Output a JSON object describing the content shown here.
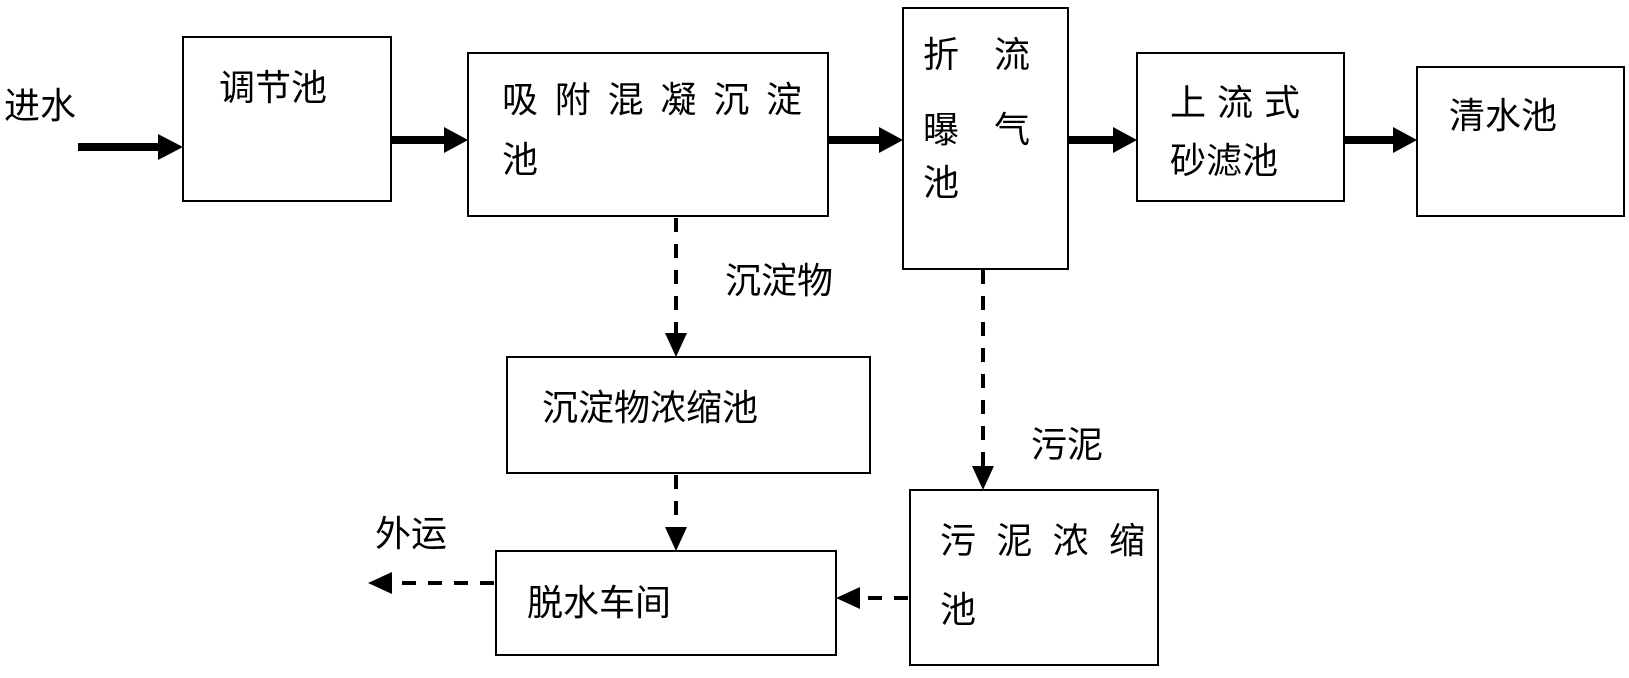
{
  "flow": {
    "inlet": "进水",
    "regulating_tank": "调节池",
    "adsorption_tank": {
      "line1": "吸附混凝沉淀",
      "line2": "池"
    },
    "baffled_aeration_tank": {
      "col1_line1": "折",
      "col1_line2": "曝",
      "col1_line3": "池",
      "col2_line1": "流",
      "col2_line2": "气"
    },
    "upflow_sand_filter": {
      "line1": "上流式",
      "line2": "砂滤池"
    },
    "clear_water_tank": "清水池",
    "sediment_label": "沉淀物",
    "sediment_thickener": "沉淀物浓缩池",
    "sludge_label": "污泥",
    "sludge_thickener": {
      "line1": "污泥浓缩",
      "line2": "池"
    },
    "dewatering_room": "脱水车间",
    "outbound": "外运"
  }
}
